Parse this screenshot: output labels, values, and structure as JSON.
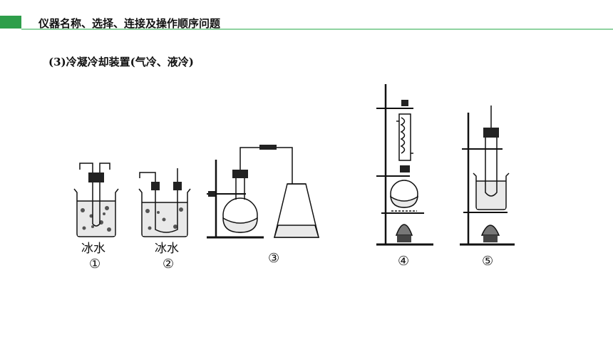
{
  "header": {
    "title": "仪器名称、选择、连接及操作顺序问题",
    "accent_color": "#2e9e4a",
    "accent_light": "#8fd3a0"
  },
  "subtitle": "(3)冷凝冷却装置(气冷、液冷)",
  "apparatus": [
    {
      "label": "冰水",
      "number": "①"
    },
    {
      "label": "冰水",
      "number": "②"
    },
    {
      "label": "",
      "number": "③"
    },
    {
      "label": "",
      "number": "④"
    },
    {
      "label": "",
      "number": "⑤"
    }
  ]
}
